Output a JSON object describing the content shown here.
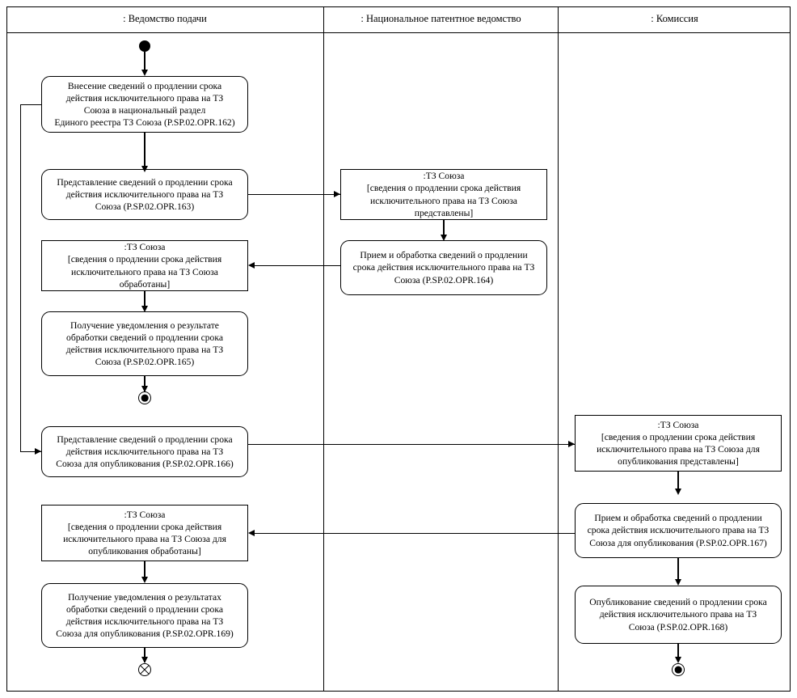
{
  "diagram": {
    "type": "uml-activity-swimlane",
    "lanes": [
      {
        "id": "lane-filing-office",
        "title": ": Ведомство подачи"
      },
      {
        "id": "lane-national-patent-office",
        "title": ": Национальное патентное ведомство"
      },
      {
        "id": "lane-commission",
        "title": ": Комиссия"
      }
    ],
    "nodes": {
      "start_lane1": {
        "kind": "initial-node",
        "name": "start-node"
      },
      "a162": {
        "kind": "action",
        "lane": "lane-filing-office",
        "text": "Внесение сведений о продлении срока\nдействия исключительного права на ТЗ\nСоюза в национальный раздел\nЕдиного реестра ТЗ Союза (P.SP.02.OPR.162)"
      },
      "a163": {
        "kind": "action",
        "lane": "lane-filing-office",
        "text": "Представление сведений о продлении срока\nдействия исключительного права на ТЗ\nСоюза (P.SP.02.OPR.163)"
      },
      "obj_presented": {
        "kind": "object",
        "lane": "lane-national-patent-office",
        "text": ":ТЗ Союза\n[сведения о продлении срока действия\nисключительного права на ТЗ Союза\nпредставлены]"
      },
      "a164": {
        "kind": "action",
        "lane": "lane-national-patent-office",
        "text": "Прием и обработка сведений о продлении\nсрока действия исключительного права на ТЗ\nСоюза (P.SP.02.OPR.164)"
      },
      "obj_processed": {
        "kind": "object",
        "lane": "lane-filing-office",
        "text": ":ТЗ Союза\n[сведения о продлении срока действия\nисключительного права на ТЗ Союза\nобработаны]"
      },
      "a165": {
        "kind": "action",
        "lane": "lane-filing-office",
        "text": "Получение уведомления о результате\nобработки сведений о продлении срока\nдействия исключительного права на ТЗ\nСоюза (P.SP.02.OPR.165)"
      },
      "final_lane1_upper": {
        "kind": "final-node",
        "name": "activity-final-node-upper"
      },
      "a166": {
        "kind": "action",
        "lane": "lane-filing-office",
        "text": "Представление сведений о продлении срока\nдействия исключительного права на ТЗ\nСоюза для опубликования (P.SP.02.OPR.166)"
      },
      "obj_pub_presented": {
        "kind": "object",
        "lane": "lane-commission",
        "text": ":ТЗ Союза\n[сведения о продлении срока действия\nисключительного права на ТЗ Союза для\nопубликования представлены]"
      },
      "a167": {
        "kind": "action",
        "lane": "lane-commission",
        "text": "Прием и обработка сведений о продлении\nсрока действия исключительного права на ТЗ\nСоюза для опубликования (P.SP.02.OPR.167)"
      },
      "a168": {
        "kind": "action",
        "lane": "lane-commission",
        "text": "Опубликование сведений о продлении срока\nдействия исключительного права на ТЗ\nСоюза (P.SP.02.OPR.168)"
      },
      "final_lane3": {
        "kind": "final-node",
        "name": "activity-final-node-commission"
      },
      "obj_pub_processed": {
        "kind": "object",
        "lane": "lane-filing-office",
        "text": ":ТЗ Союза\n[сведения о продлении срока действия\nисключительного права на ТЗ Союза для\nопубликования обработаны]"
      },
      "a169": {
        "kind": "action",
        "lane": "lane-filing-office",
        "text": "Получение уведомления о результатах\nобработки сведений о продлении срока\nдействия исключительного права на ТЗ\nСоюза для опубликования (P.SP.02.OPR.169)"
      },
      "flow_final_lane1": {
        "kind": "flow-final-node",
        "name": "flow-final-node"
      }
    },
    "colors": {
      "stroke": "#000000",
      "fill": "#ffffff"
    }
  }
}
